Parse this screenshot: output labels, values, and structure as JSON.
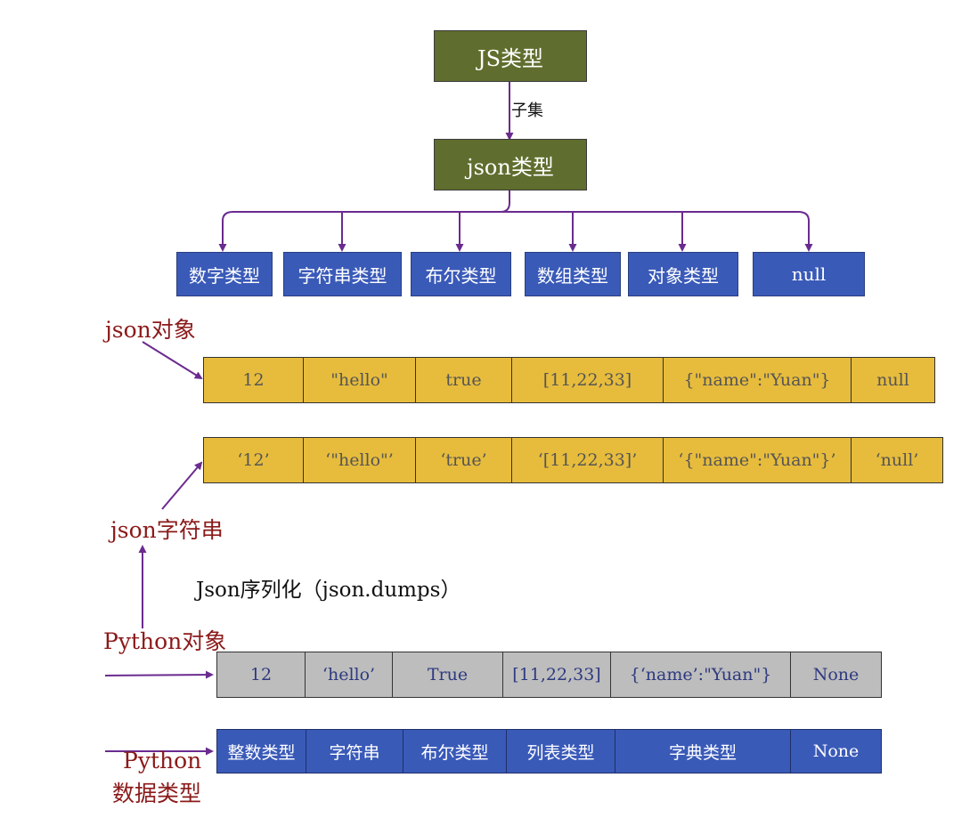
{
  "diagram": {
    "top": {
      "js_type": "JS类型",
      "subset_label": "子集",
      "json_type": "json类型"
    },
    "json_types": [
      "数字类型",
      "字符串类型",
      "布尔类型",
      "数组类型",
      "对象类型",
      "null"
    ],
    "json_object": {
      "label": "json对象",
      "cells": [
        "12",
        "\"hello\"",
        "true",
        "[11,22,33]",
        "{\"name\":\"Yuan\"}",
        "null"
      ]
    },
    "json_string": {
      "label": "json字符串",
      "cells": [
        "‘12’",
        "‘\"hello\"’",
        "‘true’",
        "‘[11,22,33]’",
        "‘{\"name\":\"Yuan\"}’",
        "‘null’"
      ]
    },
    "serialize_caption": "Json序列化（json.dumps）",
    "python_object": {
      "label": "Python对象",
      "cells": [
        "12",
        "‘hello’",
        "True",
        "[11,22,33]",
        "{‘name’:\"Yuan\"}",
        "None"
      ]
    },
    "python_types": {
      "label_line1": "Python",
      "label_line2": "数据类型",
      "cells": [
        "整数类型",
        "字符串",
        "布尔类型",
        "列表类型",
        "字典类型",
        "None"
      ]
    }
  },
  "colors": {
    "olive": "#5f6e2e",
    "blue": "#3a5ab8",
    "gold": "#e7bc3c",
    "gray": "#bdbdbd",
    "arrow": "#6a2b8f",
    "label_red": "#8b1a1a"
  }
}
